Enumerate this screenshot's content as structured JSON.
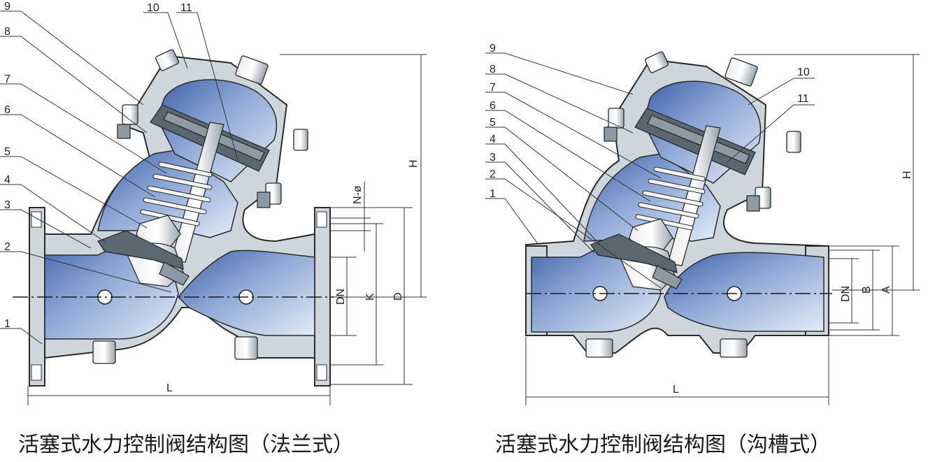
{
  "left_diagram": {
    "caption": "活塞式水力控制阀结构图（法兰式）",
    "part_labels": [
      "1",
      "2",
      "3",
      "4",
      "5",
      "6",
      "7",
      "8",
      "9",
      "10",
      "11"
    ],
    "dimensions": {
      "height": "H",
      "flange_bolts": "N-ø",
      "nominal": "DN",
      "bolt_circle": "K",
      "flange_diameter": "D",
      "length": "L"
    }
  },
  "right_diagram": {
    "caption": "活塞式水力控制阀结构图（沟槽式）",
    "part_labels": [
      "1",
      "2",
      "3",
      "4",
      "5",
      "6",
      "7",
      "8",
      "9",
      "10",
      "11"
    ],
    "dimensions": {
      "height": "H",
      "nominal": "DN",
      "groove": "B",
      "outer": "A",
      "length": "L"
    }
  }
}
